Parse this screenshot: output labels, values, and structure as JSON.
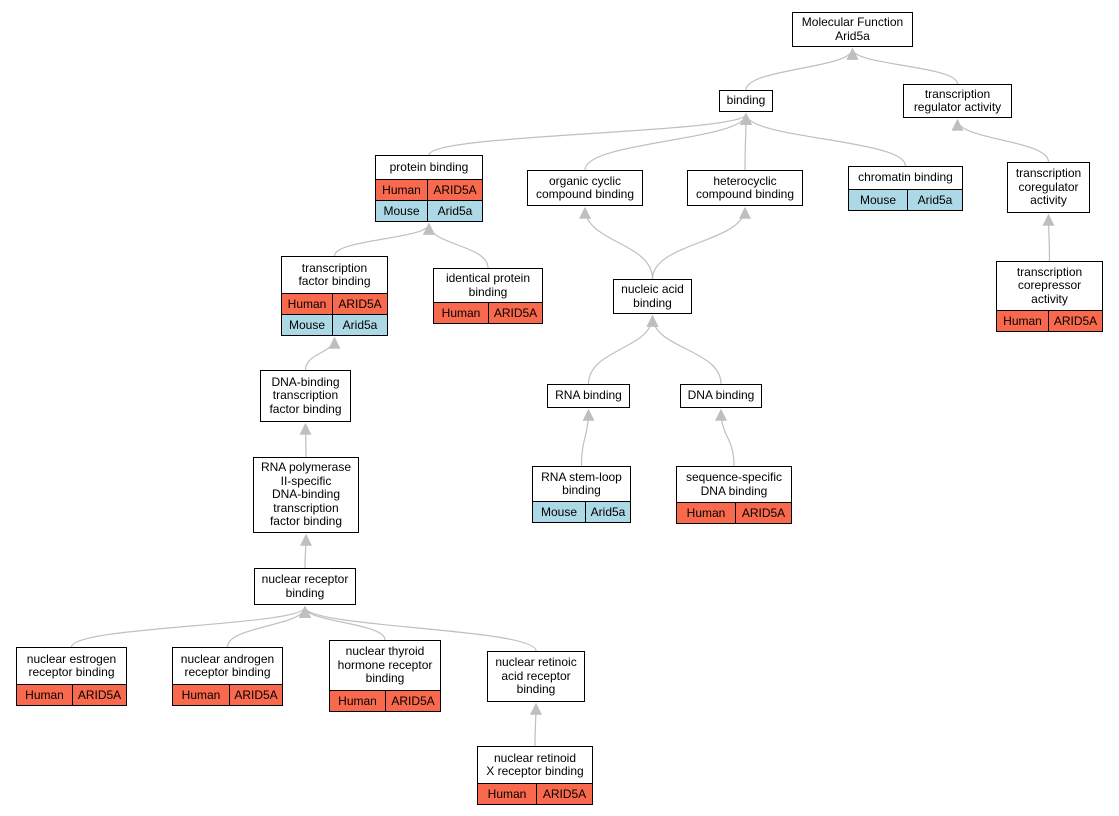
{
  "colors": {
    "human": "#f9694d",
    "mouse": "#add8e6",
    "edge": "#bfbfbf"
  },
  "nodes": [
    {
      "id": "mf",
      "label": "Molecular Function\nArid5a",
      "genes": []
    },
    {
      "id": "binding",
      "label": "binding",
      "genes": []
    },
    {
      "id": "tra",
      "label": "transcription\nregulator activity",
      "genes": []
    },
    {
      "id": "pb",
      "label": "protein binding",
      "genes": [
        {
          "species": "Human",
          "gene": "ARID5A"
        },
        {
          "species": "Mouse",
          "gene": "Arid5a"
        }
      ]
    },
    {
      "id": "occb",
      "label": "organic cyclic\ncompound binding",
      "genes": []
    },
    {
      "id": "hcb",
      "label": "heterocyclic\ncompound binding",
      "genes": []
    },
    {
      "id": "cb",
      "label": "chromatin binding",
      "genes": [
        {
          "species": "Mouse",
          "gene": "Arid5a"
        }
      ]
    },
    {
      "id": "tca",
      "label": "transcription\ncoregulator\nactivity",
      "genes": []
    },
    {
      "id": "tfb",
      "label": "transcription\nfactor binding",
      "genes": [
        {
          "species": "Human",
          "gene": "ARID5A"
        },
        {
          "species": "Mouse",
          "gene": "Arid5a"
        }
      ]
    },
    {
      "id": "ipb",
      "label": "identical protein\nbinding",
      "genes": [
        {
          "species": "Human",
          "gene": "ARID5A"
        }
      ]
    },
    {
      "id": "nab",
      "label": "nucleic acid\nbinding",
      "genes": []
    },
    {
      "id": "tcora",
      "label": "transcription\ncorepressor\nactivity",
      "genes": [
        {
          "species": "Human",
          "gene": "ARID5A"
        }
      ]
    },
    {
      "id": "dbtfb",
      "label": "DNA-binding\ntranscription\nfactor binding",
      "genes": []
    },
    {
      "id": "rnab",
      "label": "RNA binding",
      "genes": []
    },
    {
      "id": "dnab",
      "label": "DNA binding",
      "genes": []
    },
    {
      "id": "rp2",
      "label": "RNA polymerase\nII-specific\nDNA-binding\ntranscription\nfactor binding",
      "genes": []
    },
    {
      "id": "rslb",
      "label": "RNA stem-loop\nbinding",
      "genes": [
        {
          "species": "Mouse",
          "gene": "Arid5a"
        }
      ]
    },
    {
      "id": "ssdb",
      "label": "sequence-specific\nDNA binding",
      "genes": [
        {
          "species": "Human",
          "gene": "ARID5A"
        }
      ]
    },
    {
      "id": "nrb",
      "label": "nuclear receptor\nbinding",
      "genes": []
    },
    {
      "id": "nerb",
      "label": "nuclear estrogen\nreceptor binding",
      "genes": [
        {
          "species": "Human",
          "gene": "ARID5A"
        }
      ]
    },
    {
      "id": "narb",
      "label": "nuclear androgen\nreceptor binding",
      "genes": [
        {
          "species": "Human",
          "gene": "ARID5A"
        }
      ]
    },
    {
      "id": "nthrb",
      "label": "nuclear thyroid\nhormone receptor\nbinding",
      "genes": [
        {
          "species": "Human",
          "gene": "ARID5A"
        }
      ]
    },
    {
      "id": "nrarb",
      "label": "nuclear retinoic\nacid receptor\nbinding",
      "genes": []
    },
    {
      "id": "nrxrb",
      "label": "nuclear retinoid\nX receptor binding",
      "genes": [
        {
          "species": "Human",
          "gene": "ARID5A"
        }
      ]
    }
  ],
  "edges": [
    {
      "from": "binding",
      "to": "mf"
    },
    {
      "from": "tra",
      "to": "mf"
    },
    {
      "from": "pb",
      "to": "binding"
    },
    {
      "from": "occb",
      "to": "binding"
    },
    {
      "from": "hcb",
      "to": "binding"
    },
    {
      "from": "cb",
      "to": "binding"
    },
    {
      "from": "tca",
      "to": "tra"
    },
    {
      "from": "tcora",
      "to": "tca"
    },
    {
      "from": "tfb",
      "to": "pb"
    },
    {
      "from": "ipb",
      "to": "pb"
    },
    {
      "from": "nab",
      "to": "occb"
    },
    {
      "from": "nab",
      "to": "hcb"
    },
    {
      "from": "rnab",
      "to": "nab"
    },
    {
      "from": "dnab",
      "to": "nab"
    },
    {
      "from": "rslb",
      "to": "rnab"
    },
    {
      "from": "ssdb",
      "to": "dnab"
    },
    {
      "from": "dbtfb",
      "to": "tfb"
    },
    {
      "from": "rp2",
      "to": "dbtfb"
    },
    {
      "from": "nrb",
      "to": "rp2"
    },
    {
      "from": "nerb",
      "to": "nrb"
    },
    {
      "from": "narb",
      "to": "nrb"
    },
    {
      "from": "nthrb",
      "to": "nrb"
    },
    {
      "from": "nrarb",
      "to": "nrb"
    },
    {
      "from": "nrxrb",
      "to": "nrarb"
    }
  ]
}
